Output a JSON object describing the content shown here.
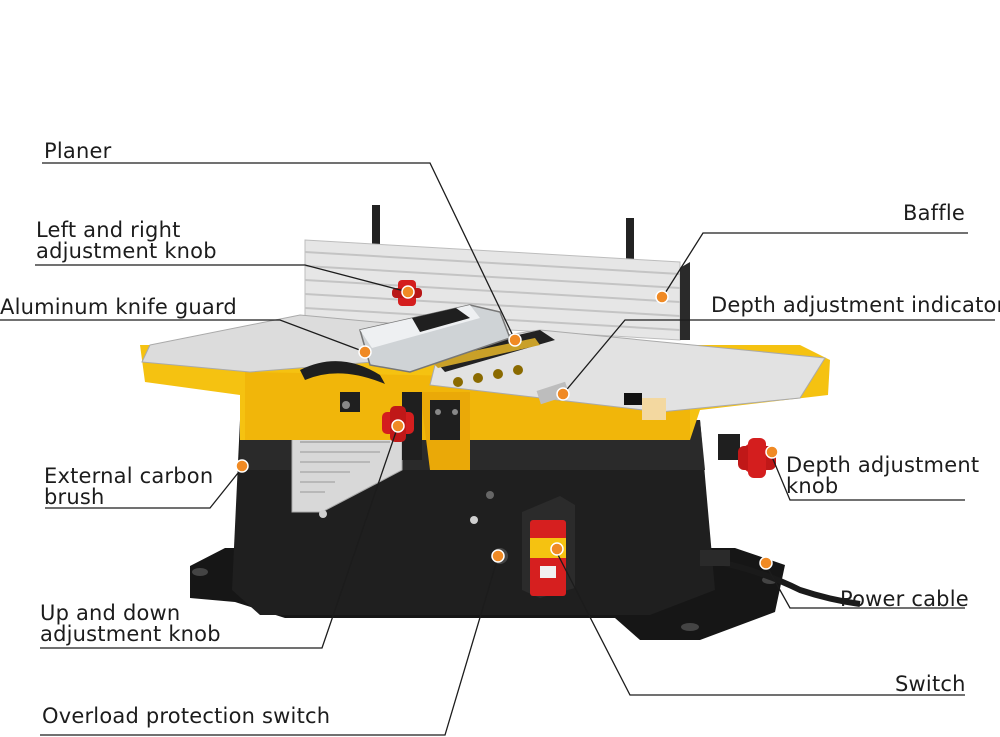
{
  "labels": {
    "planer": "Planer",
    "lr_knob_1": "Left and right",
    "lr_knob_2": "adjustment knob",
    "knife_guard": "Aluminum knife guard",
    "carbon_1": "External carbon",
    "carbon_2": "brush",
    "updown_1": "Up and down",
    "updown_2": "adjustment knob",
    "overload": "Overload protection switch",
    "baffle": "Baffle",
    "depth_indicator": "Depth adjustment indicator",
    "depth_knob_1": "Depth adjustment",
    "depth_knob_2": "knob",
    "power_cable": "Power cable",
    "switch": "Switch"
  },
  "colors": {
    "accent": "#f5c211",
    "body": "#1b1b1b",
    "knob": "#d41e1e",
    "marker": "#f08a24",
    "table": "#d9d9d9",
    "fence": "#e6e6e6"
  }
}
